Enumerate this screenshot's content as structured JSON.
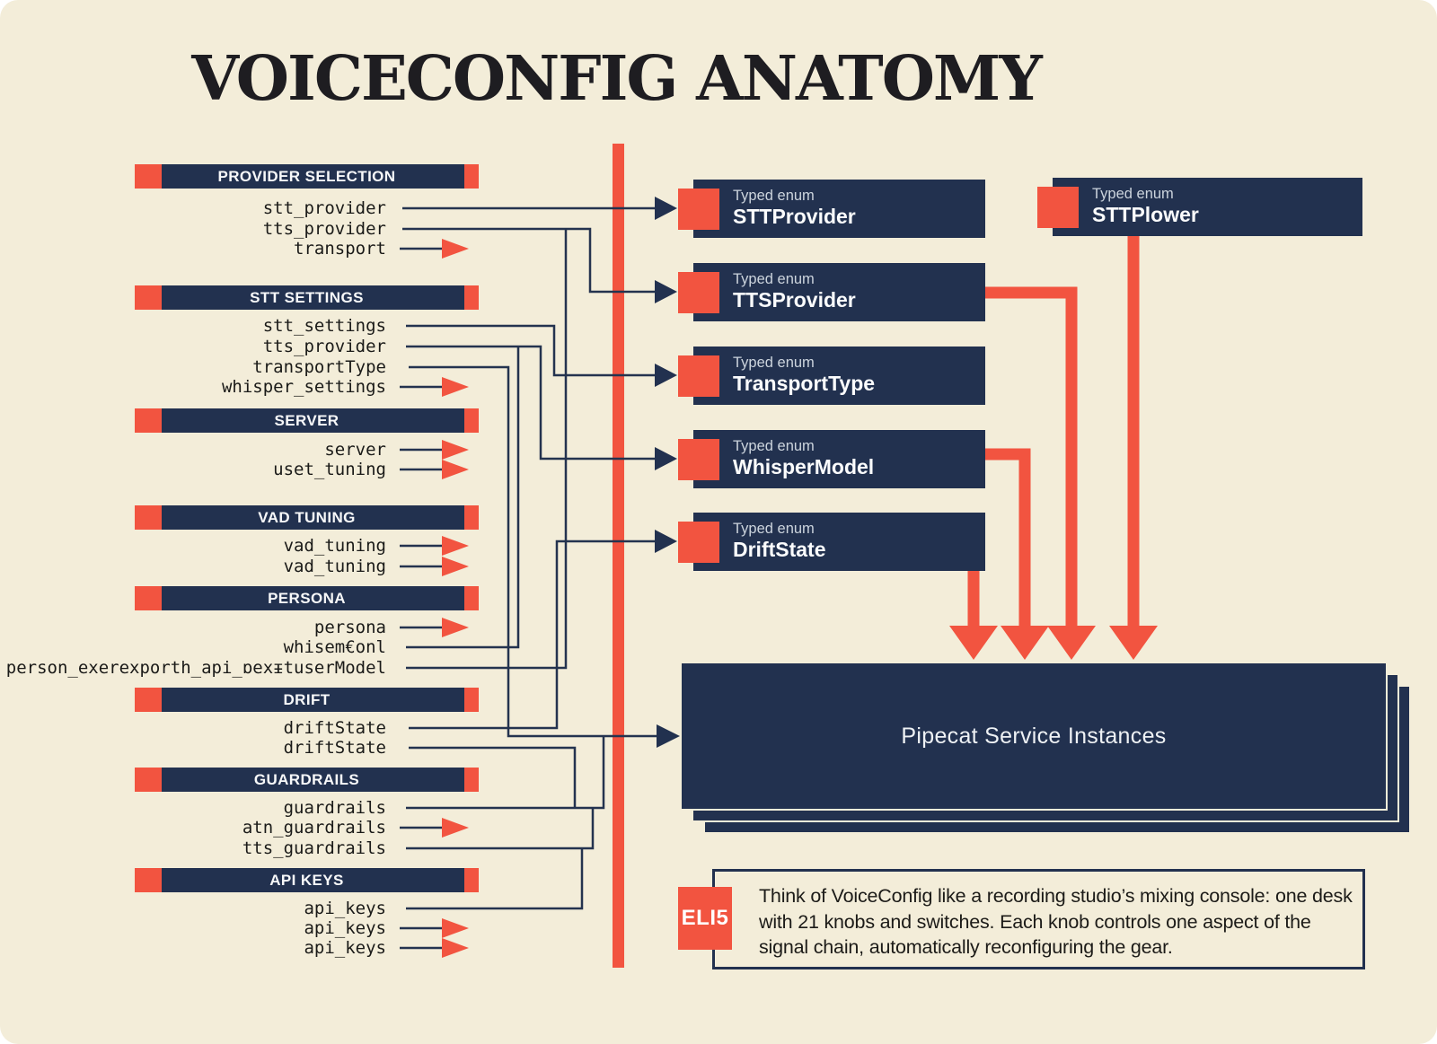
{
  "title": "VOICECONFIG ANATOMY",
  "colors": {
    "background": "#f3edd9",
    "navy": "#22314f",
    "red": "#f25440",
    "light_text": "#f7f8f9"
  },
  "sections": [
    {
      "label": "PROVIDER SELECTION",
      "fields": [
        "stt_provider",
        "tts_provider",
        "transport"
      ]
    },
    {
      "label": "STT SETTINGS",
      "fields": [
        "stt_settings",
        "tts_provider",
        "transportType",
        "whisper_settings"
      ]
    },
    {
      "label": "SERVER",
      "fields": [
        "server",
        "uset_tuning"
      ]
    },
    {
      "label": "VAD TUNING",
      "fields": [
        "vad_tuning",
        "vad_tuning"
      ]
    },
    {
      "label": "PERSONA",
      "fields": [
        "persona",
        "whisem€onl",
        "person_exerexporth_api_ɒexᵻtuserModel"
      ]
    },
    {
      "label": "DRIFT",
      "fields": [
        "driftState",
        "driftState"
      ]
    },
    {
      "label": "GUARDRAILS",
      "fields": [
        "guardrails",
        "atn_guardrails",
        "tts_guardrails"
      ]
    },
    {
      "label": "API KEYS",
      "fields": [
        "api_keys",
        "api_keys",
        "api_keys"
      ]
    }
  ],
  "enums": [
    {
      "kind": "Typed enum",
      "name": "STTProvider"
    },
    {
      "kind": "Typed enum",
      "name": "TTSProvider"
    },
    {
      "kind": "Typed enum",
      "name": "TransportType"
    },
    {
      "kind": "Typed enum",
      "name": "WhisperModel"
    },
    {
      "kind": "Typed enum",
      "name": "DriftState"
    },
    {
      "kind": "Typed enum",
      "name": "STTPlower"
    }
  ],
  "service_box": {
    "label": "Pipecat Service Instances"
  },
  "eli5": {
    "badge": "ELI5",
    "text": "Think of VoiceConfig like a recording studio’s mixing console: one desk with 21 knobs and switches. Each knob controls one aspect of the signal chain, automatically reconfiguring the gear."
  }
}
